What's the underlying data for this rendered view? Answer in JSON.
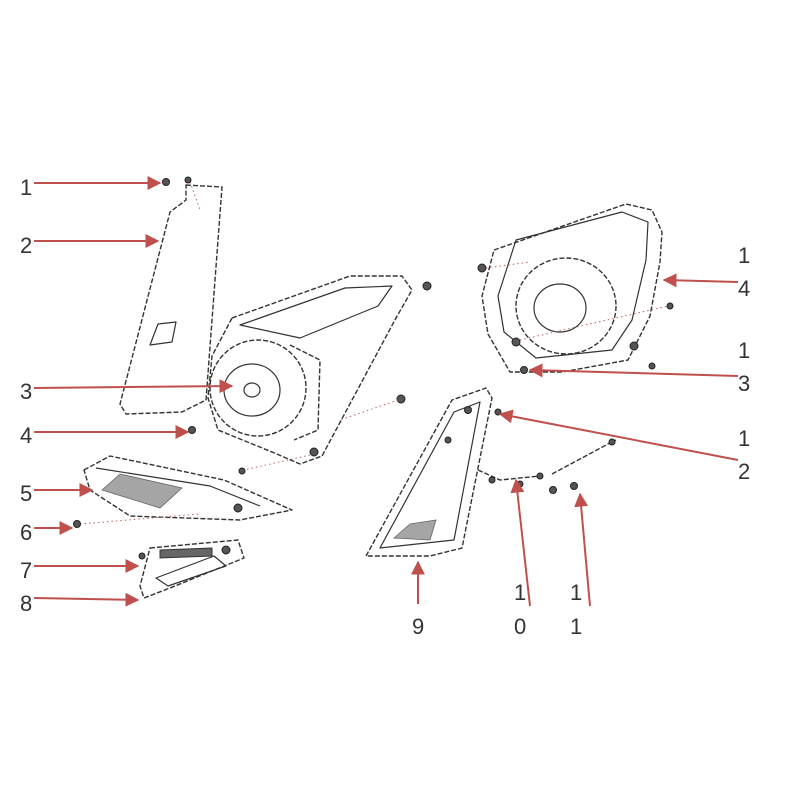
{
  "colors": {
    "arrow": "#c0504d",
    "linework": "#333333",
    "label": "#333333",
    "background": "#ffffff"
  },
  "callouts": [
    {
      "id": "c1a",
      "text": "1",
      "part": "screw"
    },
    {
      "id": "c2a",
      "text": "2",
      "part": "mounting-bracket"
    },
    {
      "id": "c3a",
      "text": "3",
      "part": "speaker"
    },
    {
      "id": "c4a",
      "text": "4",
      "part": "screw"
    },
    {
      "id": "c5",
      "text": "5",
      "part": "grille-frame"
    },
    {
      "id": "c6",
      "text": "6",
      "part": "screw"
    },
    {
      "id": "c7",
      "text": "7",
      "part": "tweeter-plate"
    },
    {
      "id": "c8",
      "text": "8",
      "part": "tweeter-cover"
    },
    {
      "id": "c14a",
      "text": "1",
      "part": "door-panel"
    },
    {
      "id": "c14b",
      "text": "4",
      "part": "door-panel"
    },
    {
      "id": "c13a",
      "text": "1",
      "part": "speaker-right"
    },
    {
      "id": "c13b",
      "text": "3",
      "part": "speaker-right"
    },
    {
      "id": "c12a",
      "text": "1",
      "part": "screw-right"
    },
    {
      "id": "c12b",
      "text": "2",
      "part": "screw-right"
    },
    {
      "id": "c9",
      "text": "9",
      "part": "corner-cover"
    },
    {
      "id": "c10a",
      "text": "1",
      "part": "clip"
    },
    {
      "id": "c10b",
      "text": "0",
      "part": "clip"
    },
    {
      "id": "c11a",
      "text": "1",
      "part": "clip-screw"
    },
    {
      "id": "c11b",
      "text": "1",
      "part": "clip-screw"
    }
  ]
}
